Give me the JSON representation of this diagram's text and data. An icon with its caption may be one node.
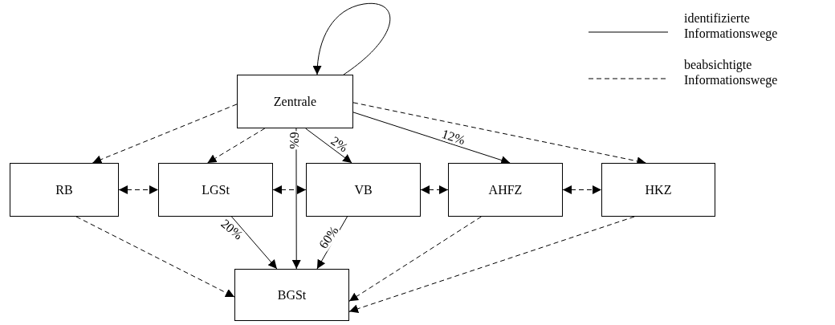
{
  "diagram": {
    "nodes": [
      {
        "text": [
          "Zentrale"
        ]
      },
      {
        "text": [
          "RB"
        ]
      },
      {
        "text": [
          "LGSt"
        ]
      },
      {
        "text": [
          "VB"
        ]
      },
      {
        "text": [
          "AHFZ"
        ]
      },
      {
        "text": [
          "HKZ"
        ]
      },
      {
        "text": [
          "BGSt"
        ]
      }
    ],
    "edges": [
      {
        "from": 0,
        "to": 0,
        "arrow": "to"
      },
      {
        "from": 0,
        "to": 1,
        "arrow": "to",
        "style": "dashed"
      },
      {
        "from": 0,
        "to": 2,
        "arrow": "to",
        "style": "dashed"
      },
      {
        "from": 0,
        "to": 6,
        "arrow": "to",
        "label": "6%"
      },
      {
        "from": 0,
        "to": 3,
        "arrow": "to",
        "label": "2%"
      },
      {
        "from": 0,
        "to": 4,
        "arrow": "to",
        "label": "12%"
      },
      {
        "from": 0,
        "to": 5,
        "arrow": "to",
        "style": "dashed"
      },
      {
        "from": 1,
        "to": 2,
        "arrow": "both",
        "style": "dashed"
      },
      {
        "from": 2,
        "to": 3,
        "arrow": "both",
        "style": "dashed"
      },
      {
        "from": 3,
        "to": 4,
        "arrow": "both",
        "style": "dashed"
      },
      {
        "from": 4,
        "to": 5,
        "arrow": "both",
        "style": "dashed"
      },
      {
        "from": 1,
        "to": 6,
        "arrow": "to",
        "style": "dashed"
      },
      {
        "from": 2,
        "to": 6,
        "arrow": "to",
        "label": "20%"
      },
      {
        "from": 3,
        "to": 6,
        "arrow": "to",
        "label": "60%"
      },
      {
        "from": 4,
        "to": 6,
        "arrow": "to",
        "style": "dashed"
      },
      {
        "from": 5,
        "to": 6,
        "arrow": "to",
        "style": "dashed"
      }
    ],
    "legend": [
      {
        "text": "identifizierte Informationswege"
      },
      {
        "text": "beabsichtigte Informationswege"
      }
    ]
  }
}
